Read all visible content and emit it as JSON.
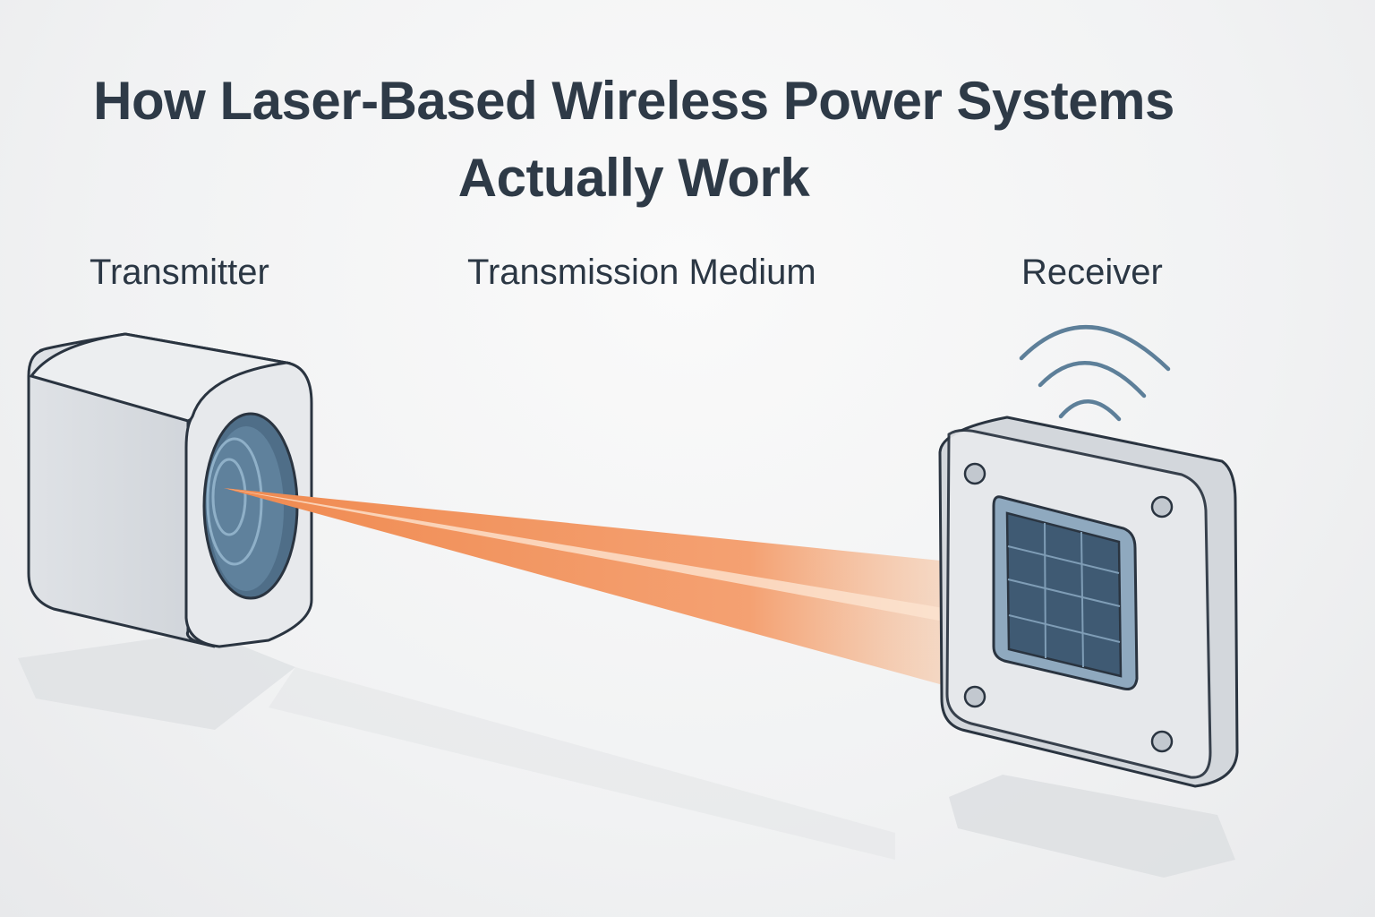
{
  "title": "How Laser-Based Wireless Power Systems Actually Work",
  "labels": {
    "transmitter": "Transmitter",
    "medium": "Transmission Medium",
    "receiver": "Receiver"
  },
  "colors": {
    "beam": "#f39a66",
    "outline": "#2a3440",
    "lens": "#5f7f99",
    "panel": "#3f5a73",
    "signal": "#5d7f99"
  }
}
